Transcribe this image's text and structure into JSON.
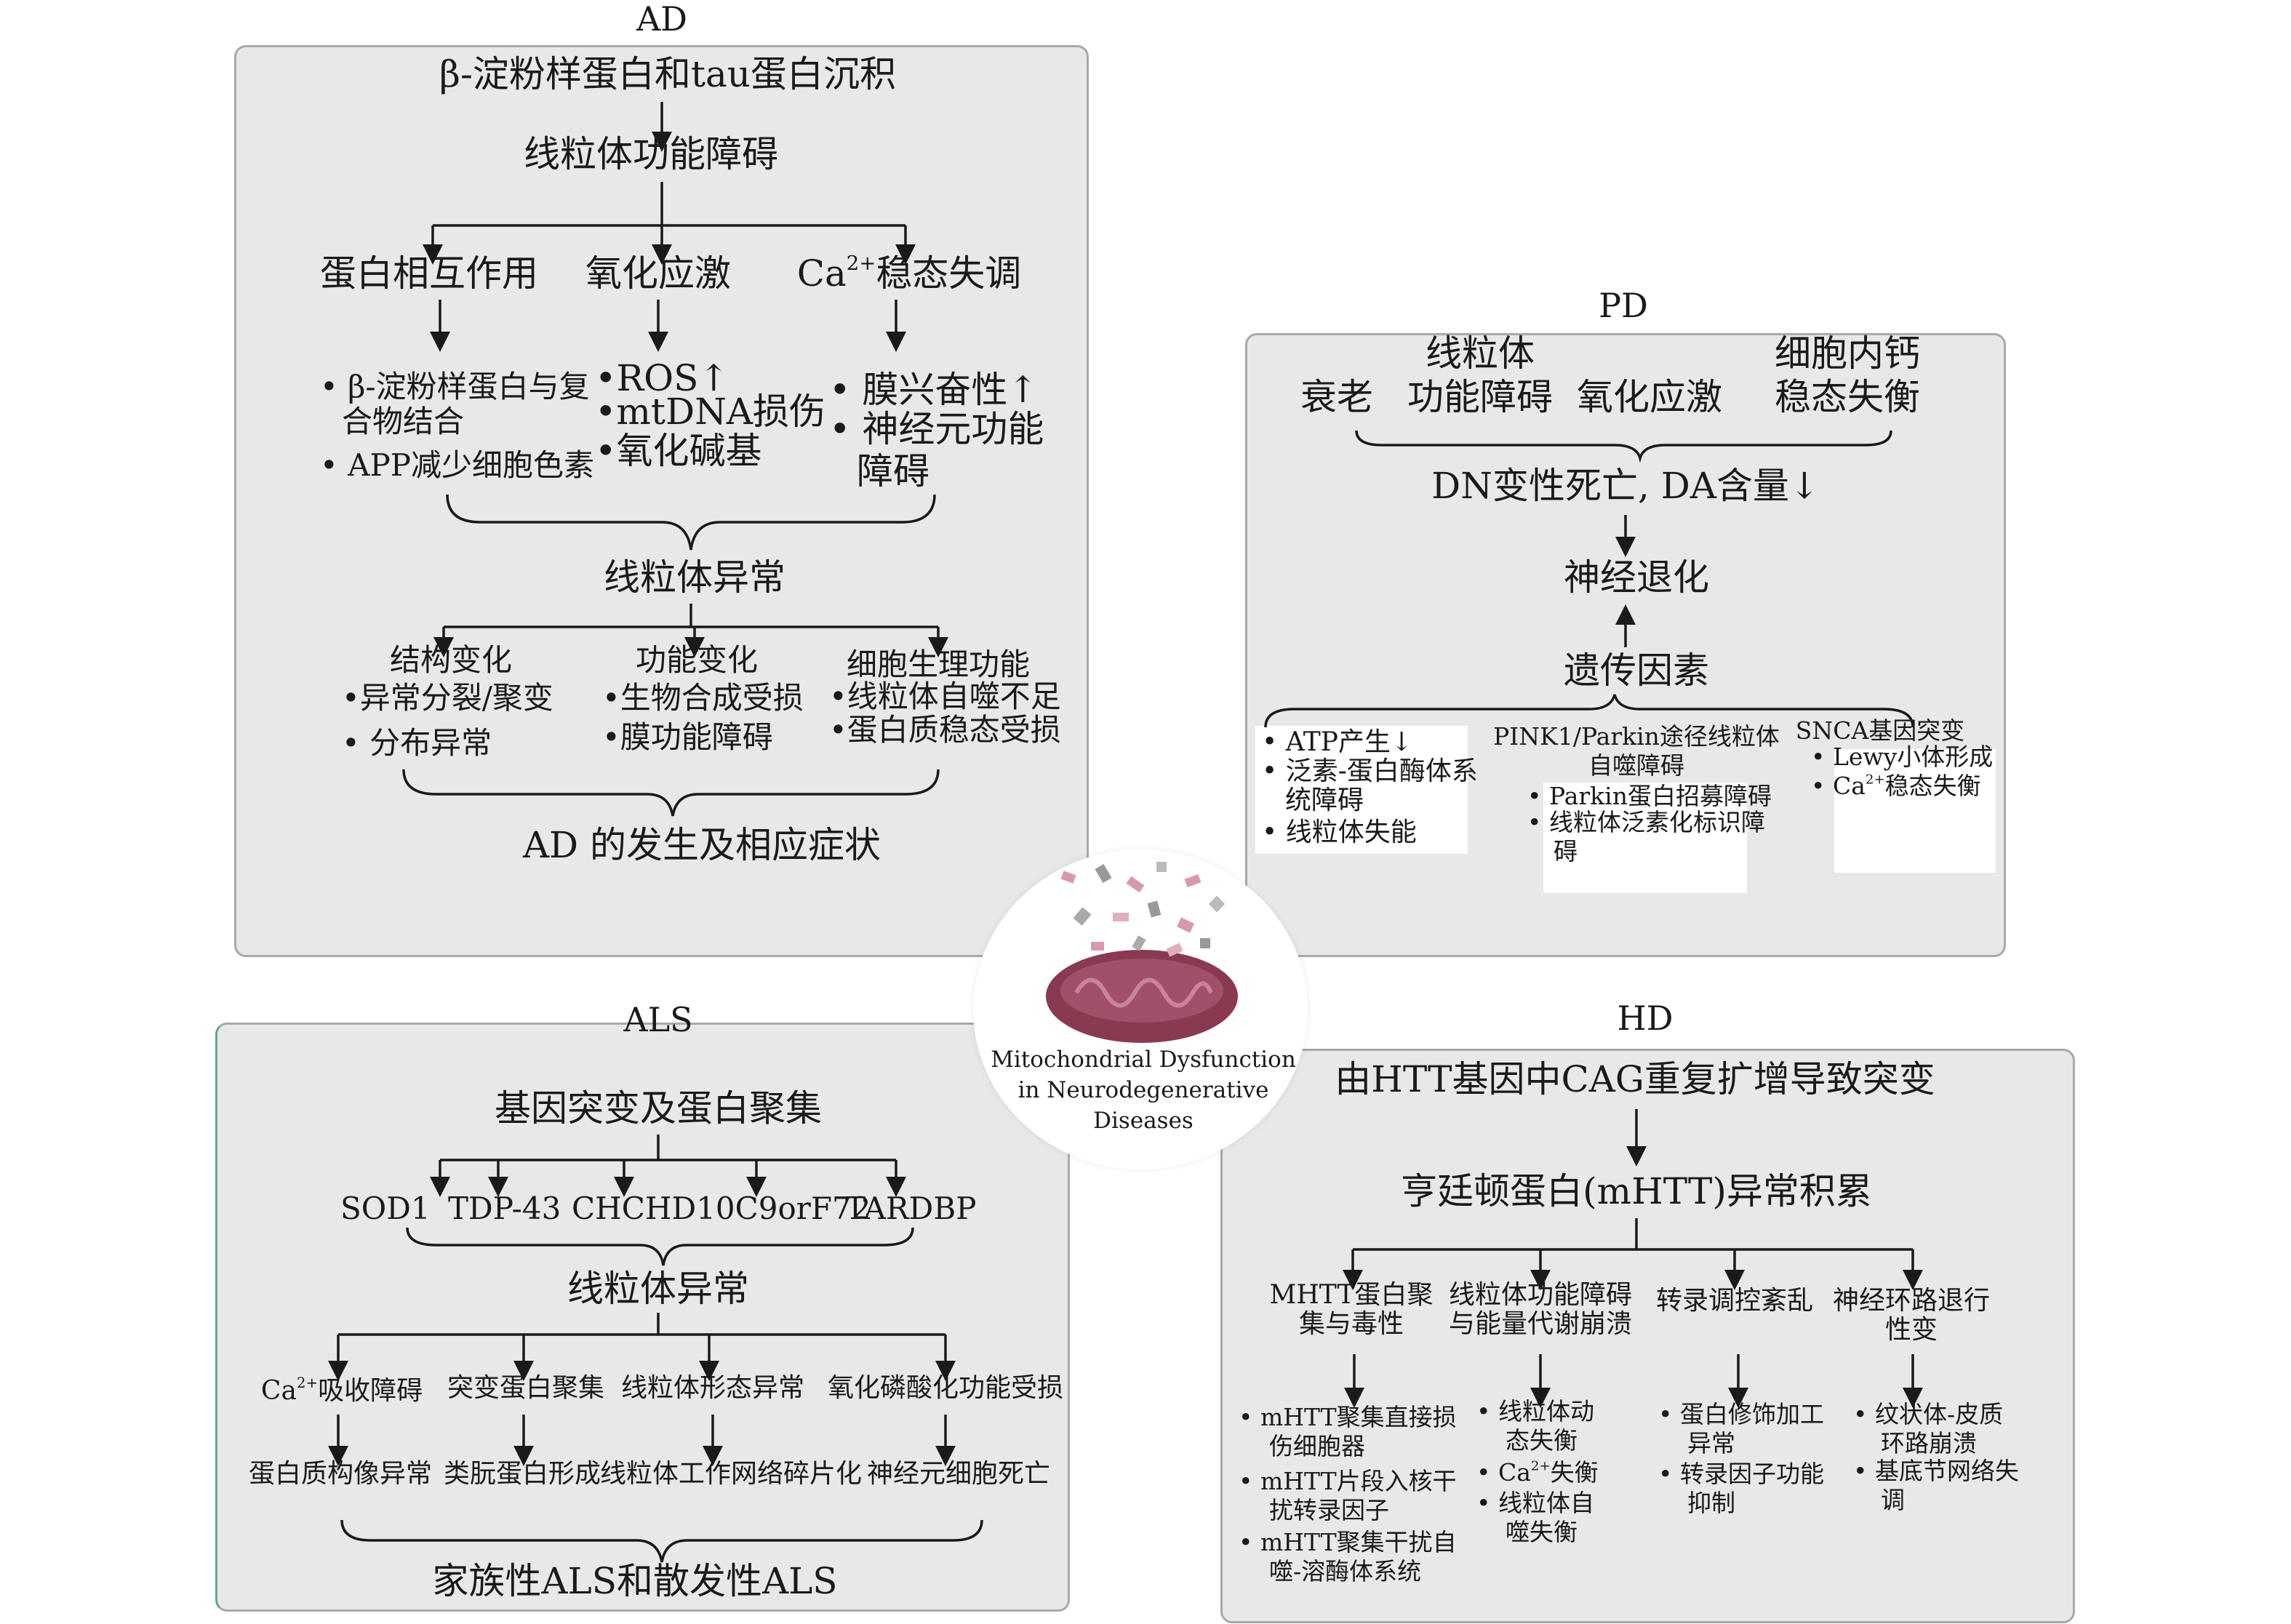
{
  "ad": {
    "title": "AD",
    "top": "β-淀粉样蛋白和tau蛋白沉积",
    "l2": "线粒体功能障碍",
    "m1": "蛋白相互作用",
    "m2": "氧化应激",
    "m3_prefix": "Ca",
    "m3_sup": "2+",
    "m3_rest": "稳态失调",
    "c1": [
      "β-淀粉样蛋白与复",
      "合物结合",
      "APP减少细胞色素"
    ],
    "c2": [
      "ROS↑",
      "mtDNA损伤",
      "氧化碱基"
    ],
    "c3": [
      "膜兴奋性↑",
      "神经元功能",
      "障碍"
    ],
    "abn": "线粒体异常",
    "s1": "结构变化",
    "s1i": [
      "异常分裂/聚变",
      "分布异常"
    ],
    "s2": "功能变化",
    "s2i": [
      "生物合成受损",
      "膜功能障碍"
    ],
    "s3": "细胞生理功能",
    "s3i": [
      "线粒体自噬不足",
      "蛋白质稳态受损"
    ],
    "end": "AD 的发生及相应症状"
  },
  "pd": {
    "title": "PD",
    "t1": "衰老",
    "t2": [
      "线粒体",
      "功能障碍"
    ],
    "t3": "氧化应激",
    "t4": [
      "细胞内钙",
      "稳态失衡"
    ],
    "dn": "DN变性死亡, DA含量↓",
    "neuro": "神经退化",
    "gene": "遗传因素",
    "g1": [
      "ATP产生↓",
      "泛素-蛋白酶体系",
      "统障碍",
      "线粒体失能"
    ],
    "g2h": [
      "PINK1/Parkin途径线粒体",
      "自噬障碍"
    ],
    "g2": [
      "Parkin蛋白招募障碍",
      "线粒体泛素化标识障",
      "碍"
    ],
    "g3h": "SNCA基因突变",
    "g3_1": "Lewy小体形成",
    "g3_2_prefix": "Ca",
    "g3_2_sup": "2+",
    "g3_2_rest": "稳态失衡"
  },
  "center": {
    "lines": [
      "Mitochondrial Dysfunction",
      "in Neurodegenerative",
      "Diseases"
    ]
  },
  "als": {
    "title": "ALS",
    "top": "基因突变及蛋白聚集",
    "genes": [
      "SOD1",
      "TDP-43",
      "CHCHD10C9orF72",
      "TARDBP"
    ],
    "abn": "线粒体异常",
    "r1_prefix": "Ca",
    "r1_sup": "2+",
    "r1_rest": "吸收障碍",
    "r": [
      "突变蛋白聚集",
      "线粒体形态异常",
      "氧化磷酸化功能受损"
    ],
    "b": [
      "蛋白质构像异常",
      "类朊蛋白形成",
      "线粒体工作网络碎片化",
      "神经元细胞死亡"
    ],
    "end": "家族性ALS和散发性ALS"
  },
  "hd": {
    "title": "HD",
    "top": "由HTT基因中CAG重复扩增导致突变",
    "l2": "亨廷顿蛋白(mHTT)异常积累",
    "h1": [
      "MHTT蛋白聚",
      "集与毒性"
    ],
    "h2": [
      "线粒体功能障碍",
      "与能量代谢崩溃"
    ],
    "h3": "转录调控紊乱",
    "h4": [
      "神经环路退行",
      "性变"
    ],
    "d1": [
      "mHTT聚集直接损",
      "伤细胞器",
      "mHTT片段入核干",
      "扰转录因子",
      "mHTT聚集干扰自",
      "噬-溶酶体系统"
    ],
    "d2": [
      "线粒体动",
      "态失衡",
      "失衡",
      "线粒体自",
      "噬失衡"
    ],
    "d2_ca_prefix": "Ca",
    "d2_ca_sup": "2+",
    "d3": [
      "蛋白修饰加工",
      "异常",
      "转录因子功能",
      "抑制"
    ],
    "d4": [
      "纹状体-皮质",
      "环路崩溃",
      "基底节网络失",
      "调"
    ]
  }
}
